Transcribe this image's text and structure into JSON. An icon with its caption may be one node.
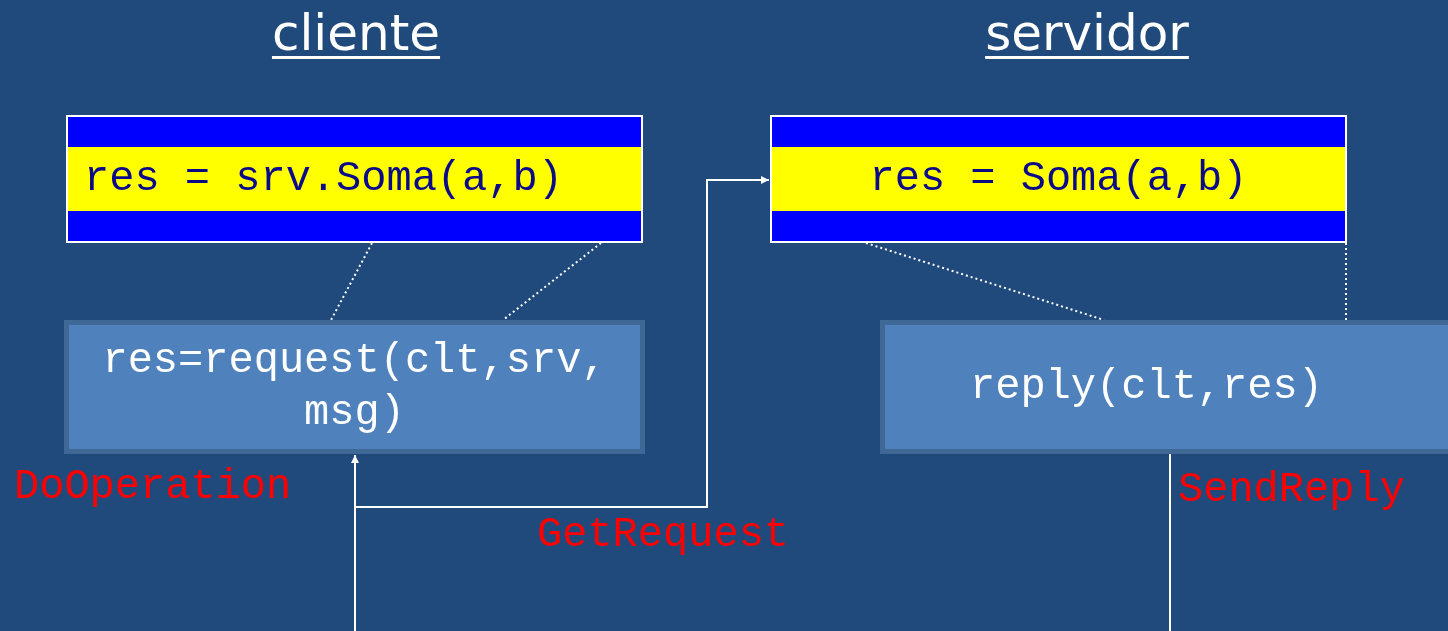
{
  "diagram": {
    "nodes": [
      {
        "text": [
          "res = srv.Soma(a,b)"
        ]
      },
      {
        "text": [
          "res=request(clt,srv, msg)"
        ]
      },
      {
        "text": [
          "res = Soma(a,b)"
        ]
      },
      {
        "text": [
          "reply(clt,res)"
        ]
      }
    ],
    "edges": [
      {
        "from": null,
        "to": 1,
        "arrow": "to"
      },
      {
        "from": null,
        "to": 2,
        "arrow": "to"
      },
      {
        "from": 3,
        "to": null,
        "arrow": "none"
      },
      {
        "from": 0,
        "to": 1,
        "arrow": "none",
        "style": "dashed"
      },
      {
        "from": 0,
        "to": 1,
        "arrow": "none",
        "style": "dashed"
      },
      {
        "from": 2,
        "to": 3,
        "arrow": "none",
        "style": "dashed"
      },
      {
        "from": 2,
        "to": 3,
        "arrow": "none",
        "style": "dashed"
      }
    ],
    "labels": [
      "cliente",
      "servidor",
      "DoOperation",
      "GetRequest",
      "SendReply"
    ]
  }
}
